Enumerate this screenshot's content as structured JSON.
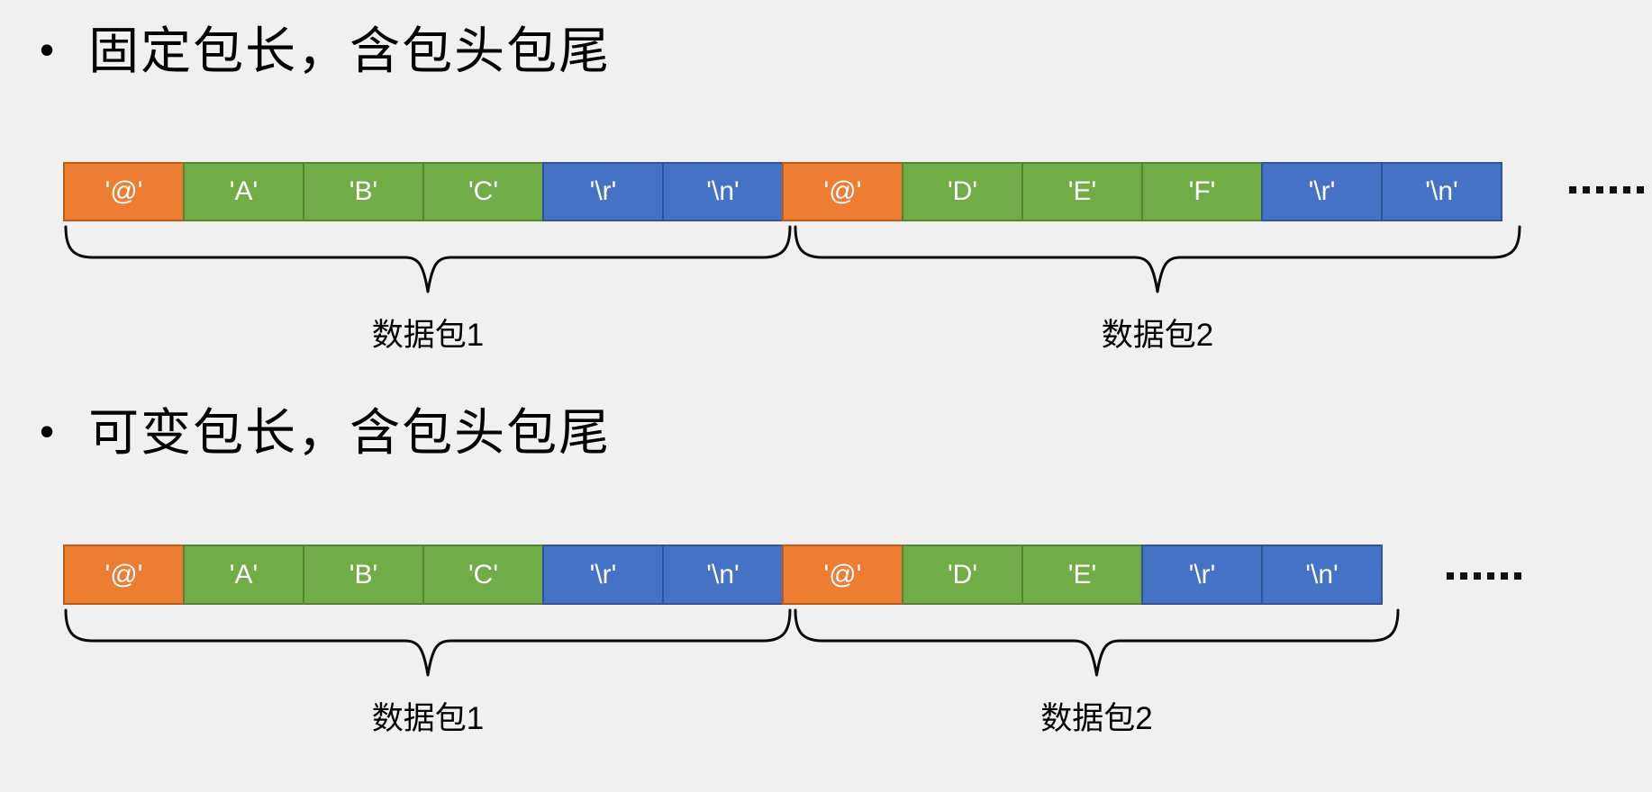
{
  "colors": {
    "background": "#F0F0F0",
    "header_fill": "#ED7D31",
    "header_border": "#C05B17",
    "data_fill": "#70AD47",
    "data_border": "#56842F",
    "tail_fill": "#4472C4",
    "tail_border": "#2F5597",
    "cell_text": "#FFFFFF",
    "text": "#000000"
  },
  "sections": [
    {
      "id": "fixed-length",
      "bullet": "•",
      "heading": "固定包长，含包头包尾",
      "cells": [
        {
          "label": "'@'",
          "role": "header"
        },
        {
          "label": "'A'",
          "role": "data"
        },
        {
          "label": "'B'",
          "role": "data"
        },
        {
          "label": "'C'",
          "role": "data"
        },
        {
          "label": "'\\r'",
          "role": "tail"
        },
        {
          "label": "'\\n'",
          "role": "tail"
        },
        {
          "label": "'@'",
          "role": "header"
        },
        {
          "label": "'D'",
          "role": "data"
        },
        {
          "label": "'E'",
          "role": "data"
        },
        {
          "label": "'F'",
          "role": "data"
        },
        {
          "label": "'\\r'",
          "role": "tail"
        },
        {
          "label": "'\\n'",
          "role": "tail"
        }
      ],
      "ellipsis": "……",
      "packets": [
        {
          "label": "数据包1",
          "start": 0,
          "end": 6
        },
        {
          "label": "数据包2",
          "start": 6,
          "end": 12
        }
      ]
    },
    {
      "id": "variable-length",
      "bullet": "•",
      "heading": "可变包长，含包头包尾",
      "cells": [
        {
          "label": "'@'",
          "role": "header"
        },
        {
          "label": "'A'",
          "role": "data"
        },
        {
          "label": "'B'",
          "role": "data"
        },
        {
          "label": "'C'",
          "role": "data"
        },
        {
          "label": "'\\r'",
          "role": "tail"
        },
        {
          "label": "'\\n'",
          "role": "tail"
        },
        {
          "label": "'@'",
          "role": "header"
        },
        {
          "label": "'D'",
          "role": "data"
        },
        {
          "label": "'E'",
          "role": "data"
        },
        {
          "label": "'\\r'",
          "role": "tail"
        },
        {
          "label": "'\\n'",
          "role": "tail"
        }
      ],
      "ellipsis": "……",
      "packets": [
        {
          "label": "数据包1",
          "start": 0,
          "end": 6
        },
        {
          "label": "数据包2",
          "start": 6,
          "end": 11
        }
      ]
    }
  ]
}
